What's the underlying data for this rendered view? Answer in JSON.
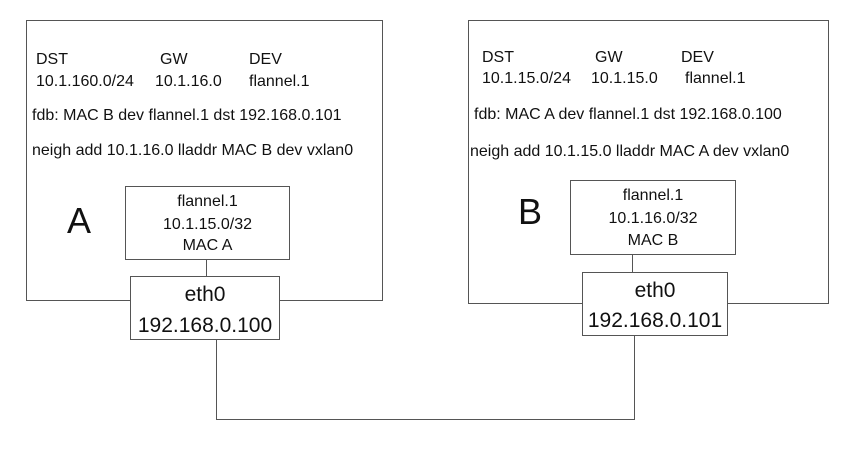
{
  "hostA": {
    "label": "A",
    "route": {
      "headers": [
        "DST",
        "GW",
        "DEV"
      ],
      "row": [
        "10.1.160.0/24",
        "10.1.16.0",
        "flannel.1"
      ]
    },
    "fdb": "fdb: MAC B dev flannel.1 dst 192.168.0.101",
    "neigh": "neigh add 10.1.16.0 lladdr MAC B dev vxlan0",
    "flannel": {
      "name": "flannel.1",
      "ip": "10.1.15.0/32",
      "mac": "MAC A"
    },
    "eth": {
      "name": "eth0",
      "ip": "192.168.0.100"
    }
  },
  "hostB": {
    "label": "B",
    "route": {
      "headers": [
        "DST",
        "GW",
        "DEV"
      ],
      "row": [
        "10.1.15.0/24",
        "10.1.15.0",
        "flannel.1"
      ]
    },
    "fdb": "fdb: MAC A dev flannel.1 dst 192.168.0.100",
    "neigh": "neigh add 10.1.15.0 lladdr MAC A dev vxlan0",
    "flannel": {
      "name": "flannel.1",
      "ip": "10.1.16.0/32",
      "mac": "MAC B"
    },
    "eth": {
      "name": "eth0",
      "ip": "192.168.0.101"
    }
  }
}
